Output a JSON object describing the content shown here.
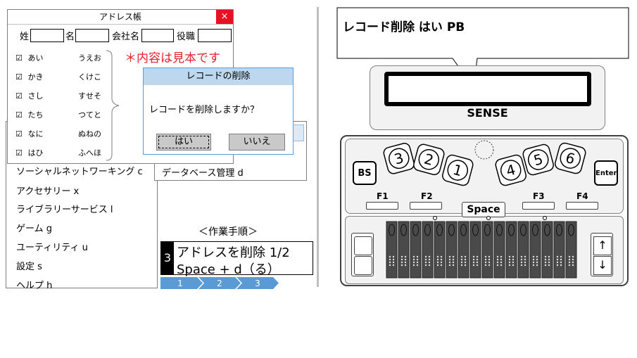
{
  "start_menu": {
    "items": [
      "ソーシャルネットワーキング c",
      "アクセサリー x",
      "ライブラリーサービス l",
      "ゲーム g",
      "ユーティリティ u",
      "設定 s",
      "ヘルプ h"
    ],
    "sub_item": "データベース管理 d"
  },
  "address_book": {
    "title": "アドレス帳",
    "close": "×",
    "fields": [
      "姓",
      "名",
      "会社名",
      "役職"
    ],
    "col1": [
      "あい",
      "かき",
      "さし",
      "たち",
      "なに",
      "はひ"
    ],
    "col2": [
      "うえお",
      "くけこ",
      "すせそ",
      "つてと",
      "ぬねの",
      "ふへほ"
    ],
    "check": "☑",
    "note": "＊内容は見本です"
  },
  "dialog": {
    "title": "レコードの削除",
    "message": "レコードを削除しますか？",
    "yes": "はい",
    "no": "いいえ"
  },
  "procedure": {
    "title": "＜作業手順＞",
    "step_number": "3",
    "line1": "アドレスを削除 1/2",
    "line2": "Space + d（る）",
    "steps": [
      "1",
      "2",
      "3"
    ]
  },
  "speech": {
    "text": "レコード削除 はい PB"
  },
  "device": {
    "display_label": "SENSE",
    "bs": "BS",
    "enter": "Enter",
    "space": "Space",
    "fkeys": [
      "F1",
      "F2",
      "F3",
      "F4"
    ],
    "dots_left": [
      "3",
      "2",
      "1"
    ],
    "dots_right": [
      "4",
      "5",
      "6"
    ],
    "arrow_up": "↑",
    "arrow_down": "↓",
    "accent": "#5b9bd5",
    "danger": "#e81123"
  }
}
